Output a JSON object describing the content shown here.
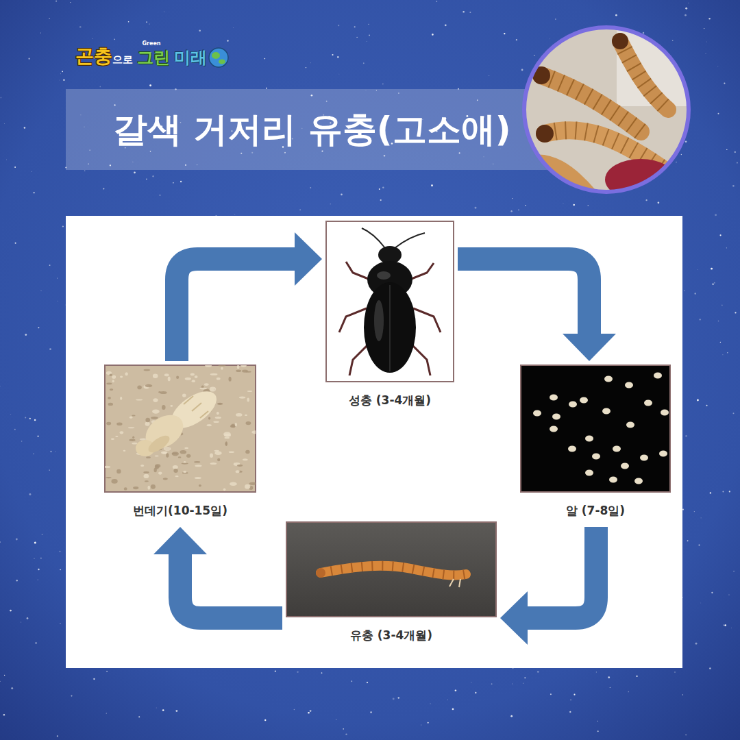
{
  "diagram": {
    "title": "갈색 거저리 유충(고소애)",
    "nodes": [
      {
        "text": [
          "성충 (3-4개월)"
        ]
      },
      {
        "text": [
          "알 (7-8일)"
        ]
      },
      {
        "text": [
          "유충 (3-4개월)"
        ]
      },
      {
        "text": [
          "번데기(10-15일)"
        ]
      }
    ],
    "edges": [
      {
        "from": 0,
        "to": 1,
        "arrow": "to"
      },
      {
        "from": 1,
        "to": 2,
        "arrow": "to"
      },
      {
        "from": 2,
        "to": 3,
        "arrow": "to"
      },
      {
        "from": 3,
        "to": 0,
        "arrow": "to"
      }
    ],
    "labels": [
      "곤충",
      "으로",
      "Green",
      "그린",
      "미래"
    ]
  }
}
